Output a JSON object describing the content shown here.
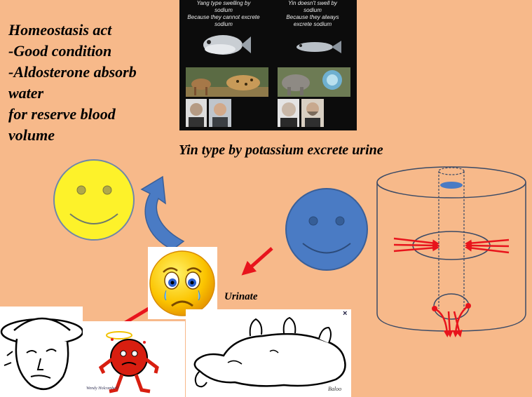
{
  "slide": {
    "heading_lines": [
      "Homeostasis act",
      "-Good condition",
      "-Aldosterone absorb",
      "water",
      "for reserve  blood",
      "volume"
    ],
    "yin_caption": "Yin type by potassium excrete urine",
    "urinate_label": "Urinate",
    "ad_close": "×"
  },
  "panel": {
    "yang_text": [
      "Yang type swelling by",
      "sodium",
      "Because they cannot excrete",
      "sodium"
    ],
    "yin_text": [
      "Yin doesn't swell by",
      "sodium",
      "Because they always",
      "excrete sodium"
    ]
  },
  "credits": {
    "cartoon_1": "Wendy Holcombe©",
    "cartoon_2": "Baloo"
  },
  "colors": {
    "background": "#f7b98a",
    "yellow_face": "#fdf22a",
    "blue_face": "#4a7bc4",
    "arrow_blue": "#4a7bc4",
    "arrow_red": "#e8141c"
  }
}
